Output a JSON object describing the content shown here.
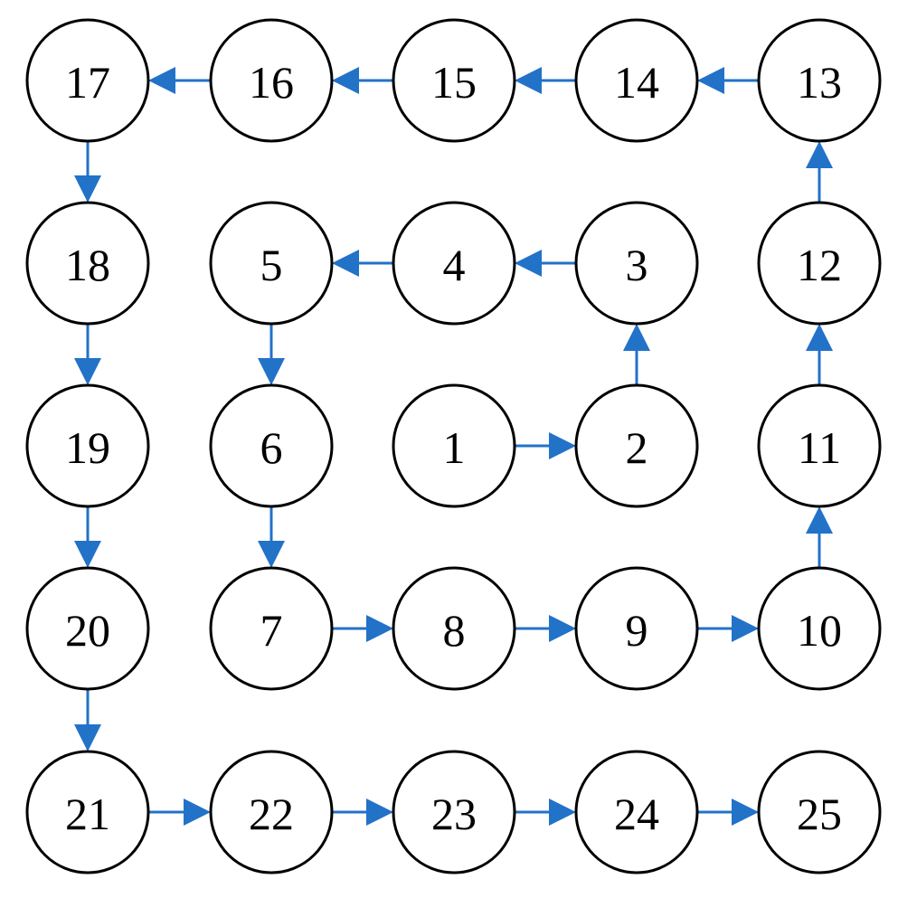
{
  "diagram": {
    "title": "",
    "colors": {
      "node_stroke": "#000000",
      "node_fill": "#ffffff",
      "edge": "#2272c8",
      "text": "#000000"
    },
    "grid": {
      "columns_x": [
        97,
        300,
        502,
        704,
        906
      ],
      "rows_y": [
        89,
        291,
        493,
        695,
        898
      ],
      "node_radius": 67
    },
    "nodes": [
      {
        "id": "1",
        "label": "1",
        "col": 2,
        "row": 2
      },
      {
        "id": "2",
        "label": "2",
        "col": 3,
        "row": 2
      },
      {
        "id": "3",
        "label": "3",
        "col": 3,
        "row": 1
      },
      {
        "id": "4",
        "label": "4",
        "col": 2,
        "row": 1
      },
      {
        "id": "5",
        "label": "5",
        "col": 1,
        "row": 1
      },
      {
        "id": "6",
        "label": "6",
        "col": 1,
        "row": 2
      },
      {
        "id": "7",
        "label": "7",
        "col": 1,
        "row": 3
      },
      {
        "id": "8",
        "label": "8",
        "col": 2,
        "row": 3
      },
      {
        "id": "9",
        "label": "9",
        "col": 3,
        "row": 3
      },
      {
        "id": "10",
        "label": "10",
        "col": 4,
        "row": 3
      },
      {
        "id": "11",
        "label": "11",
        "col": 4,
        "row": 2
      },
      {
        "id": "12",
        "label": "12",
        "col": 4,
        "row": 1
      },
      {
        "id": "13",
        "label": "13",
        "col": 4,
        "row": 0
      },
      {
        "id": "14",
        "label": "14",
        "col": 3,
        "row": 0
      },
      {
        "id": "15",
        "label": "15",
        "col": 2,
        "row": 0
      },
      {
        "id": "16",
        "label": "16",
        "col": 1,
        "row": 0
      },
      {
        "id": "17",
        "label": "17",
        "col": 0,
        "row": 0
      },
      {
        "id": "18",
        "label": "18",
        "col": 0,
        "row": 1
      },
      {
        "id": "19",
        "label": "19",
        "col": 0,
        "row": 2
      },
      {
        "id": "20",
        "label": "20",
        "col": 0,
        "row": 3
      },
      {
        "id": "21",
        "label": "21",
        "col": 0,
        "row": 4
      },
      {
        "id": "22",
        "label": "22",
        "col": 1,
        "row": 4
      },
      {
        "id": "23",
        "label": "23",
        "col": 2,
        "row": 4
      },
      {
        "id": "24",
        "label": "24",
        "col": 3,
        "row": 4
      },
      {
        "id": "25",
        "label": "25",
        "col": 4,
        "row": 4
      }
    ],
    "edges": [
      {
        "from": "1",
        "to": "2"
      },
      {
        "from": "2",
        "to": "3"
      },
      {
        "from": "3",
        "to": "4"
      },
      {
        "from": "4",
        "to": "5"
      },
      {
        "from": "5",
        "to": "6"
      },
      {
        "from": "6",
        "to": "7"
      },
      {
        "from": "7",
        "to": "8"
      },
      {
        "from": "8",
        "to": "9"
      },
      {
        "from": "9",
        "to": "10"
      },
      {
        "from": "10",
        "to": "11"
      },
      {
        "from": "11",
        "to": "12"
      },
      {
        "from": "12",
        "to": "13"
      },
      {
        "from": "13",
        "to": "14"
      },
      {
        "from": "14",
        "to": "15"
      },
      {
        "from": "15",
        "to": "16"
      },
      {
        "from": "16",
        "to": "17"
      },
      {
        "from": "17",
        "to": "18"
      },
      {
        "from": "18",
        "to": "19"
      },
      {
        "from": "19",
        "to": "20"
      },
      {
        "from": "20",
        "to": "21"
      },
      {
        "from": "21",
        "to": "22"
      },
      {
        "from": "22",
        "to": "23"
      },
      {
        "from": "23",
        "to": "24"
      },
      {
        "from": "24",
        "to": "25"
      }
    ]
  }
}
